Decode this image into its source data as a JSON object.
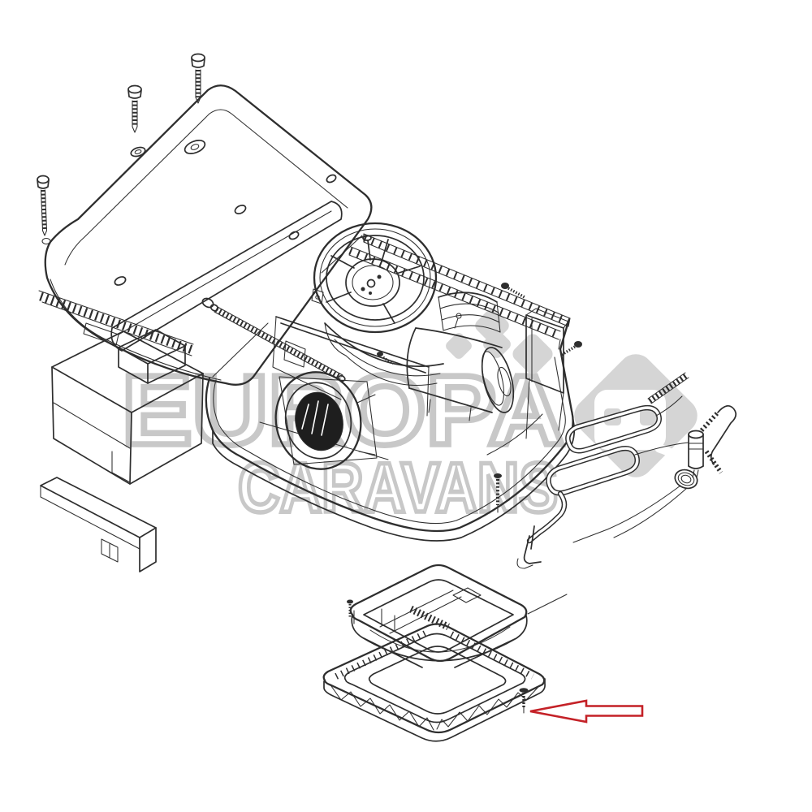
{
  "watermark": {
    "brand_line1": "EUROPA",
    "brand_line2": "CARAVANS"
  },
  "colors": {
    "background": "#ffffff",
    "line": "#2e2e2e",
    "wmtext": "#c8c8c8",
    "wmlogo": "#d5d5d5",
    "arrow": "#c42127"
  },
  "annotation": {
    "arrow_direction": "left"
  }
}
